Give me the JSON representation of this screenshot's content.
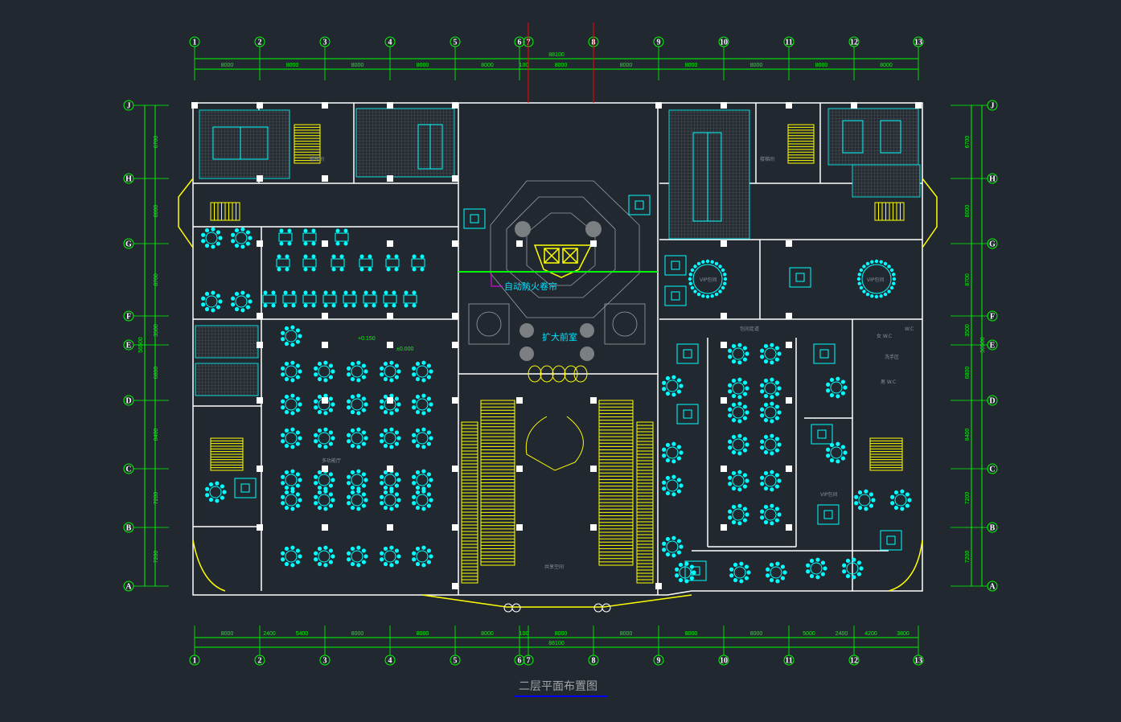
{
  "drawing": {
    "title": "二层平面布置图",
    "colors": {
      "background": "#212830",
      "wall": "#ffffff",
      "furniture": "#00ffff",
      "stairs": "#ffff00",
      "dimension": "#00ff00",
      "text": "#8a8f95",
      "title_underline": "#0000ff"
    }
  },
  "axes": {
    "columns": [
      "1",
      "2",
      "3",
      "4",
      "5",
      "6",
      "7",
      "8",
      "9",
      "10",
      "11",
      "12",
      "13"
    ],
    "rows": [
      "J",
      "H",
      "G",
      "F",
      "E",
      "D",
      "C",
      "B",
      "A"
    ]
  },
  "dimensions": {
    "top_total": "88100",
    "top_segments": [
      "8000",
      "8000",
      "8000",
      "8000",
      "8000",
      "100",
      "8000",
      "8000",
      "8000",
      "8000",
      "8000",
      "8000"
    ],
    "bottom_total": "88100",
    "bottom_segments": [
      "8000",
      "2400",
      "5400",
      "8000",
      "8000",
      "8000",
      "100",
      "8000",
      "8000",
      "8000",
      "8000",
      "5000",
      "2400",
      "4200",
      "3800"
    ],
    "side_total": "56500",
    "side_segments": [
      "6700",
      "8000",
      "8700",
      "3500",
      "6800",
      "8400",
      "7200",
      "7200"
    ]
  },
  "labels": {
    "fire_shutter": "自动防火卷帘",
    "antechamber": "扩大前室",
    "level_1": "+0.150",
    "level_2": "±0.000",
    "vip_1": "VIP包间",
    "vip_2": "VIP包间",
    "vip_3": "VIP包间",
    "corridor": "包间走道",
    "women_wc": "女 W.C",
    "men_wc": "男 W.C",
    "wc": "W.C",
    "wash": "洗手区",
    "stair_1": "楼梯间",
    "stair_2": "楼梯间",
    "hall": "多功能厅",
    "atrium": "共享空间"
  }
}
